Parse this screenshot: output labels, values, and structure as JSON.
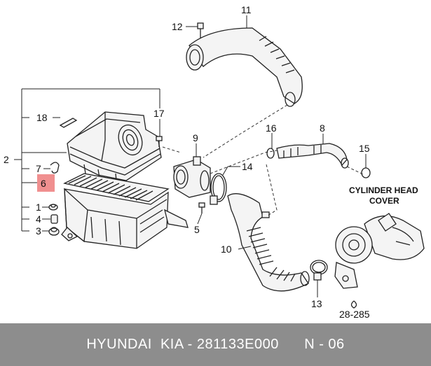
{
  "callouts": {
    "c1": "1",
    "c2": "2",
    "c3": "3",
    "c4": "4",
    "c5": "5",
    "c6": "6",
    "c7": "7",
    "c8": "8",
    "c9": "9",
    "c10": "10",
    "c11": "11",
    "c12": "12",
    "c13": "13",
    "c14": "14",
    "c15": "15",
    "c16": "16",
    "c17": "17",
    "c18": "18"
  },
  "highlight_color": "#f08f8f",
  "note_line1": "CYLINDER HEAD",
  "note_line2": "COVER",
  "ref_label": "28-285",
  "footer": {
    "brand": "HYUNDAI  KIA - 281133E000",
    "page": "N - 06"
  }
}
